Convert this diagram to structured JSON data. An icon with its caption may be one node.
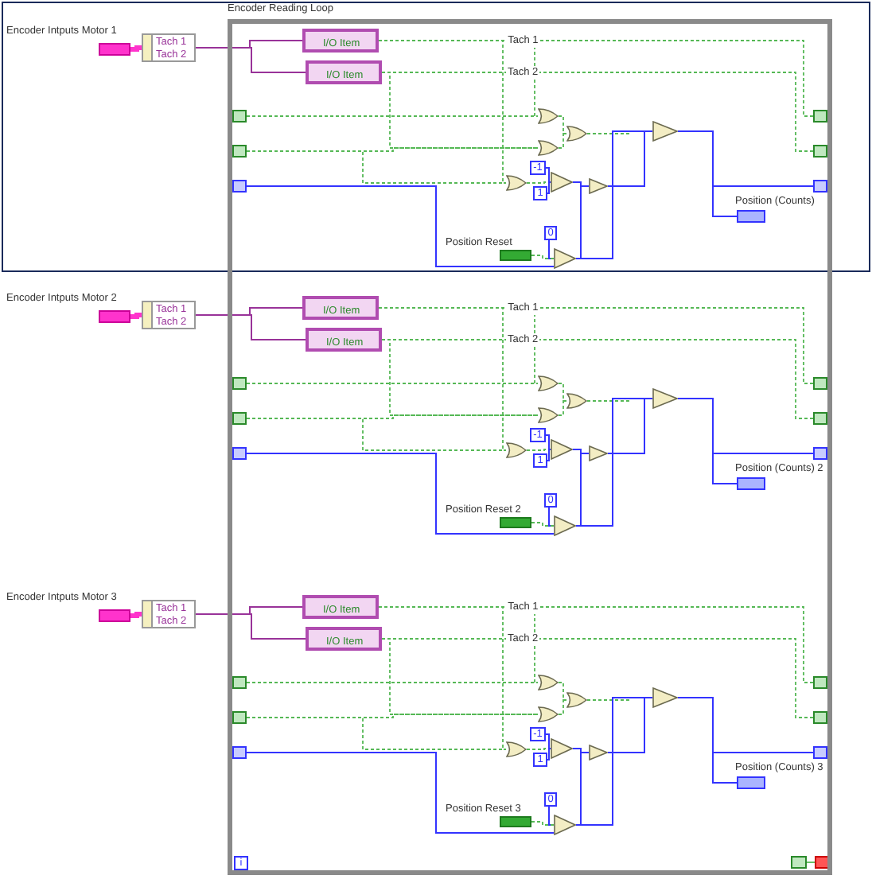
{
  "diagram": {
    "nodes": [
      {
        "text": [
          "Encoder Reading Loop"
        ]
      },
      {
        "text": [
          "Encoder Intputs Motor 1"
        ]
      },
      {
        "text": [
          "Tach 1",
          "Tach 2"
        ]
      },
      {
        "text": [
          "I/O Item"
        ],
        "in": 0
      },
      {
        "text": [
          "I/O Item"
        ],
        "in": 0
      },
      {
        "text": [],
        "shape": "box",
        "in": 0
      },
      {
        "text": [],
        "shape": "box",
        "in": 0
      },
      {
        "text": [],
        "shape": "box",
        "in": 0
      },
      {
        "text": [],
        "shape": "gate",
        "in": 0
      },
      {
        "text": [],
        "shape": "gate",
        "in": 0
      },
      {
        "text": [],
        "shape": "gate",
        "in": 0
      },
      {
        "text": [],
        "shape": "gate",
        "in": 0
      },
      {
        "text": [
          "-1"
        ],
        "in": 0
      },
      {
        "text": [
          "1"
        ],
        "in": 0
      },
      {
        "text": [],
        "shape": "triangle",
        "in": 0
      },
      {
        "text": [],
        "shape": "triangle",
        "in": 0
      },
      {
        "text": [
          "0"
        ],
        "in": 0
      },
      {
        "text": [
          "Position Reset"
        ],
        "in": 0
      },
      {
        "text": [],
        "shape": "triangle",
        "in": 0
      },
      {
        "text": [],
        "shape": "triangle",
        "in": 0
      },
      {
        "text": [
          "Position (Counts)"
        ],
        "in": 0
      },
      {
        "text": [],
        "shape": "box",
        "in": 0
      },
      {
        "text": [],
        "shape": "box",
        "in": 0
      },
      {
        "text": [],
        "shape": "box",
        "in": 0
      },
      {
        "text": [
          "Encoder Intputs Motor 2"
        ]
      },
      {
        "text": [
          "Tach 1",
          "Tach 2"
        ]
      },
      {
        "text": [
          "I/O Item"
        ],
        "in": 0
      },
      {
        "text": [
          "I/O Item"
        ],
        "in": 0
      },
      {
        "text": [],
        "shape": "box",
        "in": 0
      },
      {
        "text": [],
        "shape": "box",
        "in": 0
      },
      {
        "text": [],
        "shape": "box",
        "in": 0
      },
      {
        "text": [],
        "shape": "gate",
        "in": 0
      },
      {
        "text": [],
        "shape": "gate",
        "in": 0
      },
      {
        "text": [],
        "shape": "gate",
        "in": 0
      },
      {
        "text": [],
        "shape": "gate",
        "in": 0
      },
      {
        "text": [
          "-1"
        ],
        "in": 0
      },
      {
        "text": [
          "1"
        ],
        "in": 0
      },
      {
        "text": [],
        "shape": "triangle",
        "in": 0
      },
      {
        "text": [],
        "shape": "triangle",
        "in": 0
      },
      {
        "text": [
          "0"
        ],
        "in": 0
      },
      {
        "text": [
          "Position Reset 2"
        ],
        "in": 0
      },
      {
        "text": [],
        "shape": "triangle",
        "in": 0
      },
      {
        "text": [],
        "shape": "triangle",
        "in": 0
      },
      {
        "text": [
          "Position (Counts) 2"
        ],
        "in": 0
      },
      {
        "text": [],
        "shape": "box",
        "in": 0
      },
      {
        "text": [],
        "shape": "box",
        "in": 0
      },
      {
        "text": [],
        "shape": "box",
        "in": 0
      },
      {
        "text": [
          "Encoder Intputs Motor 3"
        ]
      },
      {
        "text": [
          "Tach 1",
          "Tach 2"
        ]
      },
      {
        "text": [
          "I/O Item"
        ],
        "in": 0
      },
      {
        "text": [
          "I/O Item"
        ],
        "in": 0
      },
      {
        "text": [],
        "shape": "box",
        "in": 0
      },
      {
        "text": [],
        "shape": "box",
        "in": 0
      },
      {
        "text": [],
        "shape": "box",
        "in": 0
      },
      {
        "text": [],
        "shape": "gate",
        "in": 0
      },
      {
        "text": [],
        "shape": "gate",
        "in": 0
      },
      {
        "text": [],
        "shape": "gate",
        "in": 0
      },
      {
        "text": [],
        "shape": "gate",
        "in": 0
      },
      {
        "text": [
          "-1"
        ],
        "in": 0
      },
      {
        "text": [
          "1"
        ],
        "in": 0
      },
      {
        "text": [],
        "shape": "triangle",
        "in": 0
      },
      {
        "text": [],
        "shape": "triangle",
        "in": 0
      },
      {
        "text": [
          "0"
        ],
        "in": 0
      },
      {
        "text": [
          "Position Reset 3"
        ],
        "in": 0
      },
      {
        "text": [],
        "shape": "triangle",
        "in": 0
      },
      {
        "text": [],
        "shape": "triangle",
        "in": 0
      },
      {
        "text": [
          "Position (Counts) 3"
        ],
        "in": 0
      },
      {
        "text": [],
        "shape": "box",
        "in": 0
      },
      {
        "text": [],
        "shape": "box",
        "in": 0
      },
      {
        "text": [],
        "shape": "box",
        "in": 0
      },
      {
        "text": [
          "i"
        ],
        "in": 0
      },
      {
        "text": [],
        "shape": "box",
        "in": 0
      },
      {
        "text": [],
        "shape": "box",
        "in": 0
      }
    ],
    "edges": [
      {
        "from": 1,
        "to": 2,
        "arrow": "none",
        "style": "thick",
        "color": "#ff33cc"
      },
      {
        "from": 2,
        "to": 3,
        "arrow": "none",
        "color": "#993399"
      },
      {
        "from": 2,
        "to": 4,
        "arrow": "none",
        "color": "#993399"
      },
      {
        "from": 3,
        "to": 21,
        "arrow": "none",
        "style": "dashed",
        "label": "Tach 1"
      },
      {
        "from": 3,
        "to": 8,
        "arrow": "none",
        "style": "dashed"
      },
      {
        "from": 3,
        "to": 11,
        "arrow": "none",
        "style": "dashed"
      },
      {
        "from": 4,
        "to": 22,
        "arrow": "none",
        "style": "dashed",
        "label": "Tach 2"
      },
      {
        "from": 4,
        "to": 9,
        "arrow": "none",
        "style": "dashed"
      },
      {
        "from": 5,
        "to": 8,
        "arrow": "none",
        "style": "dashed"
      },
      {
        "from": 6,
        "to": 9,
        "arrow": "none",
        "style": "dashed"
      },
      {
        "from": 6,
        "to": 11,
        "arrow": "none",
        "style": "dashed"
      },
      {
        "from": 8,
        "to": 10,
        "arrow": "none",
        "style": "dashed"
      },
      {
        "from": 9,
        "to": 10,
        "arrow": "none",
        "style": "dashed"
      },
      {
        "from": 10,
        "to": 19,
        "arrow": "none",
        "style": "dashed"
      },
      {
        "from": 11,
        "to": 14,
        "arrow": "none",
        "style": "dashed"
      },
      {
        "from": 12,
        "to": 14,
        "arrow": "none",
        "color": "#3333ff"
      },
      {
        "from": 13,
        "to": 14,
        "arrow": "none",
        "color": "#3333ff"
      },
      {
        "from": 14,
        "to": 15,
        "arrow": "none",
        "color": "#3333ff"
      },
      {
        "from": 18,
        "to": 15,
        "arrow": "none",
        "color": "#3333ff"
      },
      {
        "from": 16,
        "to": 18,
        "arrow": "none",
        "color": "#3333ff"
      },
      {
        "from": 17,
        "to": 18,
        "arrow": "none",
        "style": "dashed"
      },
      {
        "from": 7,
        "to": 18,
        "arrow": "none",
        "color": "#3333ff"
      },
      {
        "from": 18,
        "to": 19,
        "arrow": "none",
        "color": "#3333ff"
      },
      {
        "from": 15,
        "to": 19,
        "arrow": "none",
        "color": "#3333ff"
      },
      {
        "from": 19,
        "to": 20,
        "arrow": "none",
        "color": "#3333ff"
      },
      {
        "from": 19,
        "to": 23,
        "arrow": "none",
        "color": "#3333ff"
      },
      {
        "from": 24,
        "to": 25,
        "arrow": "none",
        "style": "thick",
        "color": "#ff33cc"
      },
      {
        "from": 25,
        "to": 26,
        "arrow": "none",
        "color": "#993399"
      },
      {
        "from": 25,
        "to": 27,
        "arrow": "none",
        "color": "#993399"
      },
      {
        "from": 26,
        "to": 44,
        "arrow": "none",
        "style": "dashed",
        "label": "Tach 1"
      },
      {
        "from": 26,
        "to": 31,
        "arrow": "none",
        "style": "dashed"
      },
      {
        "from": 26,
        "to": 34,
        "arrow": "none",
        "style": "dashed"
      },
      {
        "from": 27,
        "to": 45,
        "arrow": "none",
        "style": "dashed",
        "label": "Tach 2"
      },
      {
        "from": 27,
        "to": 32,
        "arrow": "none",
        "style": "dashed"
      },
      {
        "from": 28,
        "to": 31,
        "arrow": "none",
        "style": "dashed"
      },
      {
        "from": 29,
        "to": 32,
        "arrow": "none",
        "style": "dashed"
      },
      {
        "from": 29,
        "to": 34,
        "arrow": "none",
        "style": "dashed"
      },
      {
        "from": 31,
        "to": 33,
        "arrow": "none",
        "style": "dashed"
      },
      {
        "from": 32,
        "to": 33,
        "arrow": "none",
        "style": "dashed"
      },
      {
        "from": 33,
        "to": 42,
        "arrow": "none",
        "style": "dashed"
      },
      {
        "from": 34,
        "to": 37,
        "arrow": "none",
        "style": "dashed"
      },
      {
        "from": 35,
        "to": 37,
        "arrow": "none",
        "color": "#3333ff"
      },
      {
        "from": 36,
        "to": 37,
        "arrow": "none",
        "color": "#3333ff"
      },
      {
        "from": 37,
        "to": 38,
        "arrow": "none",
        "color": "#3333ff"
      },
      {
        "from": 41,
        "to": 38,
        "arrow": "none",
        "color": "#3333ff"
      },
      {
        "from": 39,
        "to": 41,
        "arrow": "none",
        "color": "#3333ff"
      },
      {
        "from": 40,
        "to": 41,
        "arrow": "none",
        "style": "dashed"
      },
      {
        "from": 30,
        "to": 41,
        "arrow": "none",
        "color": "#3333ff"
      },
      {
        "from": 41,
        "to": 42,
        "arrow": "none",
        "color": "#3333ff"
      },
      {
        "from": 38,
        "to": 42,
        "arrow": "none",
        "color": "#3333ff"
      },
      {
        "from": 42,
        "to": 43,
        "arrow": "none",
        "color": "#3333ff"
      },
      {
        "from": 42,
        "to": 46,
        "arrow": "none",
        "color": "#3333ff"
      },
      {
        "from": 47,
        "to": 48,
        "arrow": "none",
        "style": "thick",
        "color": "#ff33cc"
      },
      {
        "from": 48,
        "to": 49,
        "arrow": "none",
        "color": "#993399"
      },
      {
        "from": 48,
        "to": 50,
        "arrow": "none",
        "color": "#993399"
      },
      {
        "from": 49,
        "to": 67,
        "arrow": "none",
        "style": "dashed",
        "label": "Tach 1"
      },
      {
        "from": 49,
        "to": 54,
        "arrow": "none",
        "style": "dashed"
      },
      {
        "from": 49,
        "to": 57,
        "arrow": "none",
        "style": "dashed"
      },
      {
        "from": 50,
        "to": 68,
        "arrow": "none",
        "style": "dashed",
        "label": "Tach 2"
      },
      {
        "from": 50,
        "to": 55,
        "arrow": "none",
        "style": "dashed"
      },
      {
        "from": 51,
        "to": 54,
        "arrow": "none",
        "style": "dashed"
      },
      {
        "from": 52,
        "to": 55,
        "arrow": "none",
        "style": "dashed"
      },
      {
        "from": 52,
        "to": 57,
        "arrow": "none",
        "style": "dashed"
      },
      {
        "from": 54,
        "to": 56,
        "arrow": "none",
        "style": "dashed"
      },
      {
        "from": 55,
        "to": 56,
        "arrow": "none",
        "style": "dashed"
      },
      {
        "from": 56,
        "to": 65,
        "arrow": "none",
        "style": "dashed"
      },
      {
        "from": 57,
        "to": 60,
        "arrow": "none",
        "style": "dashed"
      },
      {
        "from": 58,
        "to": 60,
        "arrow": "none",
        "color": "#3333ff"
      },
      {
        "from": 59,
        "to": 60,
        "arrow": "none",
        "color": "#3333ff"
      },
      {
        "from": 60,
        "to": 61,
        "arrow": "none",
        "color": "#3333ff"
      },
      {
        "from": 64,
        "to": 61,
        "arrow": "none",
        "color": "#3333ff"
      },
      {
        "from": 62,
        "to": 64,
        "arrow": "none",
        "color": "#3333ff"
      },
      {
        "from": 63,
        "to": 64,
        "arrow": "none",
        "style": "dashed"
      },
      {
        "from": 53,
        "to": 64,
        "arrow": "none",
        "color": "#3333ff"
      },
      {
        "from": 64,
        "to": 65,
        "arrow": "none",
        "color": "#3333ff"
      },
      {
        "from": 61,
        "to": 65,
        "arrow": "none",
        "color": "#3333ff"
      },
      {
        "from": 65,
        "to": 66,
        "arrow": "none",
        "color": "#3333ff"
      },
      {
        "from": 65,
        "to": 69,
        "arrow": "none",
        "color": "#3333ff"
      },
      {
        "from": 71,
        "to": 72,
        "arrow": "none"
      }
    ]
  }
}
